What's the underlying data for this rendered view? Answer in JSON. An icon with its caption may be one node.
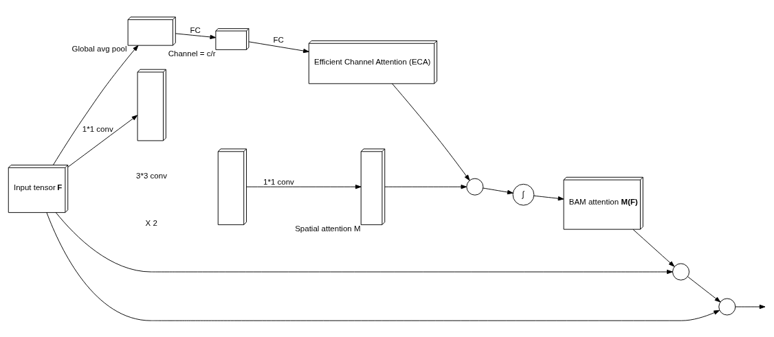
{
  "diagram": {
    "nodes": [
      {
        "text": [
          "Input tensor **F**"
        ]
      },
      {
        "text": [],
        "shape": "box",
        "beside": [
          "Global avg pool"
        ]
      },
      {
        "text": [],
        "shape": "box",
        "beside": [
          "Channel = c/r"
        ]
      },
      {
        "text": [
          "Efficient Channel Attention (ECA)"
        ]
      },
      {
        "text": [],
        "shape": "box"
      },
      {
        "text": [],
        "shape": "box"
      },
      {
        "text": [],
        "shape": "box",
        "beside": [
          "Spatial attention M"
        ]
      },
      {
        "text": [],
        "shape": "circle"
      },
      {
        "text": [
          "∫"
        ]
      },
      {
        "text": [
          "BAM attention **M(F)**"
        ]
      },
      {
        "text": [],
        "shape": "circle"
      },
      {
        "text": [],
        "shape": "circle"
      }
    ],
    "edges": [
      {
        "from": 0,
        "to": 1,
        "arrow": "to"
      },
      {
        "from": 0,
        "to": 4,
        "arrow": "to",
        "label": "1*1 conv"
      },
      {
        "from": 1,
        "to": 2,
        "arrow": "to",
        "label": "FC"
      },
      {
        "from": 2,
        "to": 3,
        "arrow": "to",
        "label": "FC"
      },
      {
        "from": 5,
        "to": 6,
        "arrow": "to",
        "label": "1*1 conv"
      },
      {
        "from": 6,
        "to": 7,
        "arrow": "to"
      },
      {
        "from": 3,
        "to": 7,
        "arrow": "to"
      },
      {
        "from": 7,
        "to": 8,
        "arrow": "to"
      },
      {
        "from": 8,
        "to": 9,
        "arrow": "to"
      },
      {
        "from": 9,
        "to": 10,
        "arrow": "to"
      },
      {
        "from": 0,
        "to": 10,
        "arrow": "to"
      },
      {
        "from": 0,
        "to": 11,
        "arrow": "to"
      },
      {
        "from": 10,
        "to": 11,
        "arrow": "to"
      },
      {
        "from": 11,
        "to": null,
        "arrow": "to"
      }
    ],
    "labels": [
      "X 2",
      "3*3 conv"
    ]
  }
}
